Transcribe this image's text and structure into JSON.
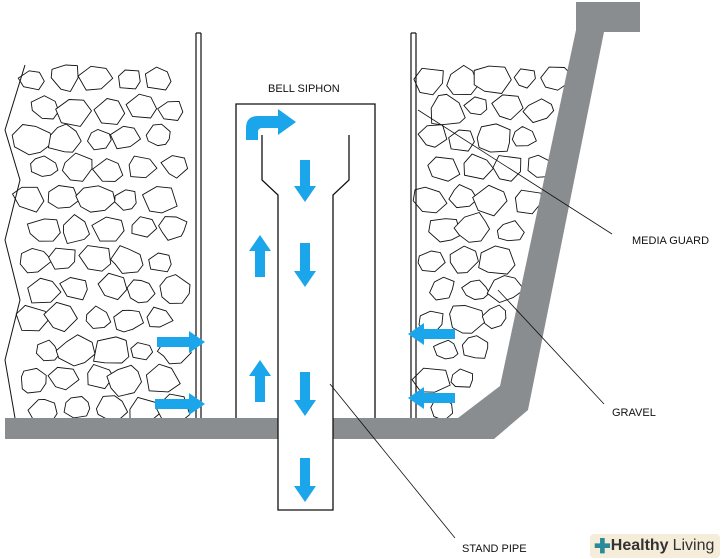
{
  "labels": {
    "bell_siphon": "BELL SIPHON",
    "media_guard": "MEDIA GUARD",
    "gravel": "GRAVEL",
    "stand_pipe": "STAND PIPE"
  },
  "watermark": {
    "brand_bold": "Healthy",
    "brand_light": "Living"
  },
  "colors": {
    "arrow": "#1ba6ec",
    "wall": "#8a8d90",
    "line": "#111111"
  }
}
